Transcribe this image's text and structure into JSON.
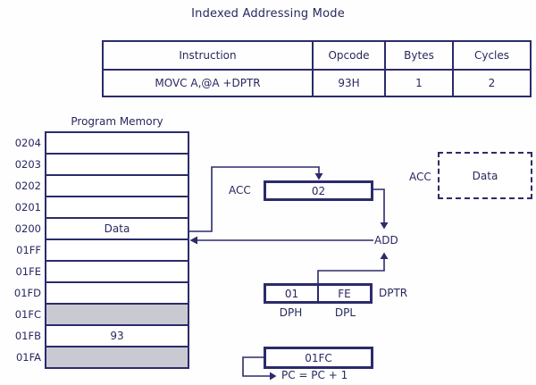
{
  "title": "Indexed Addressing Mode",
  "colors": {
    "accent": "#2b2b6b",
    "shaded_row": "#c9c9d2",
    "background": "#ffffff"
  },
  "table": {
    "headers": [
      "Instruction",
      "Opcode",
      "Bytes",
      "Cycles"
    ],
    "rows": [
      [
        "MOVC A,@A +DPTR",
        "93H",
        "1",
        "2"
      ]
    ]
  },
  "memory": {
    "label": "Program Memory",
    "rows": [
      {
        "address": "0204",
        "value": "",
        "shaded": false
      },
      {
        "address": "0203",
        "value": "",
        "shaded": false
      },
      {
        "address": "0202",
        "value": "",
        "shaded": false
      },
      {
        "address": "0201",
        "value": "",
        "shaded": false
      },
      {
        "address": "0200",
        "value": "Data",
        "shaded": false
      },
      {
        "address": "01FF",
        "value": "",
        "shaded": false
      },
      {
        "address": "01FE",
        "value": "",
        "shaded": false
      },
      {
        "address": "01FD",
        "value": "",
        "shaded": false
      },
      {
        "address": "01FC",
        "value": "",
        "shaded": true
      },
      {
        "address": "01FB",
        "value": "93",
        "shaded": false
      },
      {
        "address": "01FA",
        "value": "",
        "shaded": true
      }
    ]
  },
  "registers": {
    "acc": {
      "label": "ACC",
      "value": "02"
    },
    "adder": {
      "label": "ADD"
    },
    "dptr": {
      "label": "DPTR",
      "high": {
        "label": "DPH",
        "value": "01"
      },
      "low": {
        "label": "DPL",
        "value": "FE"
      }
    },
    "pc": {
      "value": "01FC",
      "note": "PC = PC + 1"
    },
    "result": {
      "label": "ACC",
      "value": "Data"
    }
  }
}
